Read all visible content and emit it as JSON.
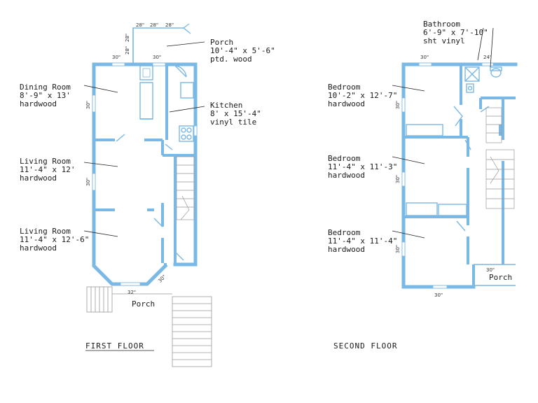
{
  "first_floor": {
    "title": "FIRST FLOOR",
    "rooms": {
      "porch_top": {
        "name": "Porch",
        "size": "10'-4\" x 5'-6\"",
        "finish": "ptd. wood"
      },
      "dining": {
        "name": "Dining Room",
        "size": "8'-9\" x 13'",
        "finish": "hardwood"
      },
      "kitchen": {
        "name": "Kitchen",
        "size": "8' x 15'-4\"",
        "finish": "vinyl tile"
      },
      "living1": {
        "name": "Living Room",
        "size": "11'-4\" x 12'",
        "finish": "hardwood"
      },
      "living2": {
        "name": "Living Room",
        "size": "11'-4\" x 12'-6\"",
        "finish": "hardwood"
      },
      "porch_front": {
        "name": "Porch"
      }
    },
    "dims": {
      "d28a": "28\"",
      "d28b": "28\"",
      "d28c": "28\"",
      "d28d": "28\"",
      "d28e": "28\"",
      "d30a": "30\"",
      "d30b": "30\"",
      "d30c": "30\"",
      "d30d": "30\"",
      "d30e": "30\"",
      "d32": "32\""
    }
  },
  "second_floor": {
    "title": "SECOND FLOOR",
    "rooms": {
      "bathroom": {
        "name": "Bathroom",
        "size": "6'-9\" x 7'-10\"",
        "finish": "sht vinyl"
      },
      "bed1": {
        "name": "Bedroom",
        "size": "10'-2\" x 12'-7\"",
        "finish": "hardwood"
      },
      "bed2": {
        "name": "Bedroom",
        "size": "11'-4\" x 11'-3\"",
        "finish": "hardwood"
      },
      "bed3": {
        "name": "Bedroom",
        "size": "11'-4\" x 11'-4\"",
        "finish": "hardwood"
      },
      "porch": {
        "name": "Porch"
      }
    },
    "dims": {
      "d30a": "30\"",
      "d24": "24\"",
      "d30b": "30\"",
      "d30c": "30\"",
      "d30d": "30\"",
      "d30e": "30\"",
      "d30f": "30\""
    }
  },
  "colors": {
    "wall": "#7ab8e6",
    "text": "#1a1a1a"
  }
}
